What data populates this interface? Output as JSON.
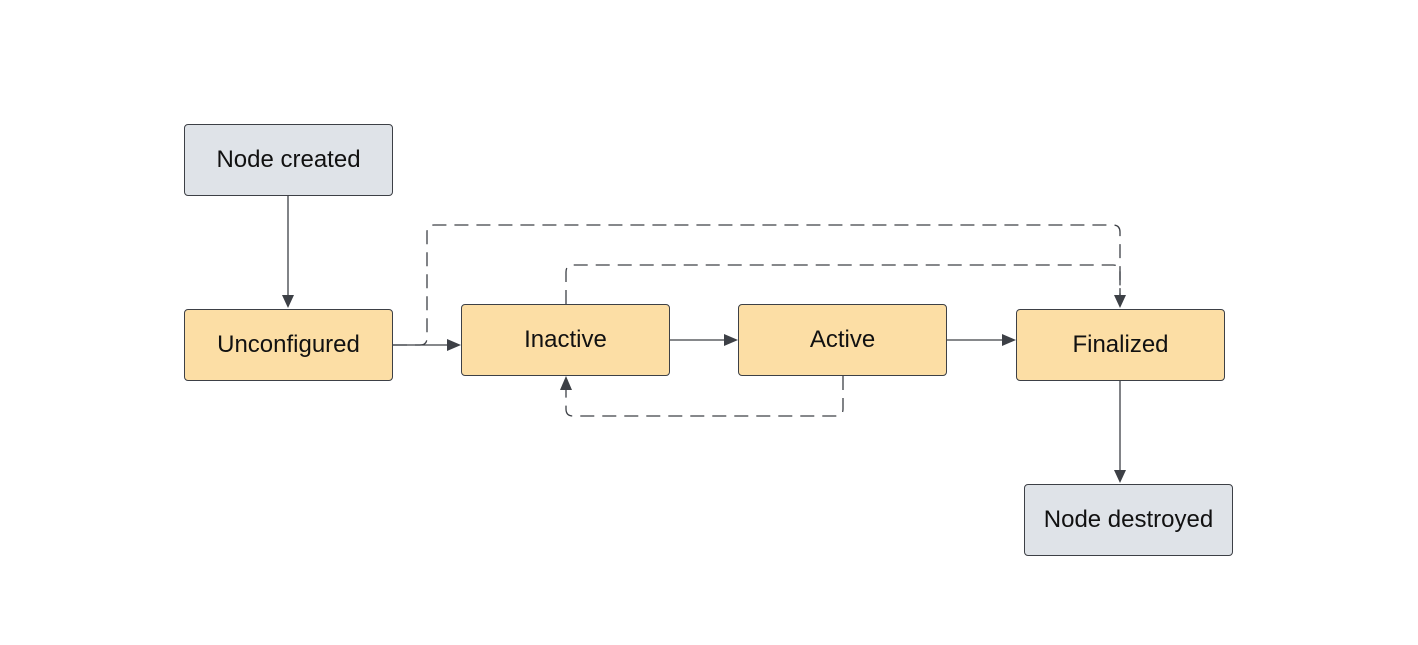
{
  "diagram": {
    "type": "state-flow",
    "nodes": [
      {
        "id": "created",
        "label": "Node created",
        "color": "#dfe3e8"
      },
      {
        "id": "unconfigured",
        "label": "Unconfigured",
        "color": "#fcdea5"
      },
      {
        "id": "inactive",
        "label": "Inactive",
        "color": "#fcdea5"
      },
      {
        "id": "active",
        "label": "Active",
        "color": "#fcdea5"
      },
      {
        "id": "finalized",
        "label": "Finalized",
        "color": "#fcdea5"
      },
      {
        "id": "destroyed",
        "label": "Node destroyed",
        "color": "#dfe3e8"
      }
    ],
    "edges": [
      {
        "from": "created",
        "to": "unconfigured",
        "style": "solid"
      },
      {
        "from": "unconfigured",
        "to": "inactive",
        "style": "solid"
      },
      {
        "from": "inactive",
        "to": "active",
        "style": "solid"
      },
      {
        "from": "active",
        "to": "finalized",
        "style": "solid"
      },
      {
        "from": "finalized",
        "to": "destroyed",
        "style": "solid"
      },
      {
        "from": "unconfigured",
        "to": "finalized",
        "style": "dashed"
      },
      {
        "from": "inactive",
        "to": "finalized",
        "style": "dashed"
      },
      {
        "from": "active",
        "to": "inactive",
        "style": "dashed"
      }
    ],
    "colors": {
      "stroke": "#3d4046",
      "initial_final_fill": "#dfe3e8",
      "state_fill": "#fcdea5"
    }
  }
}
